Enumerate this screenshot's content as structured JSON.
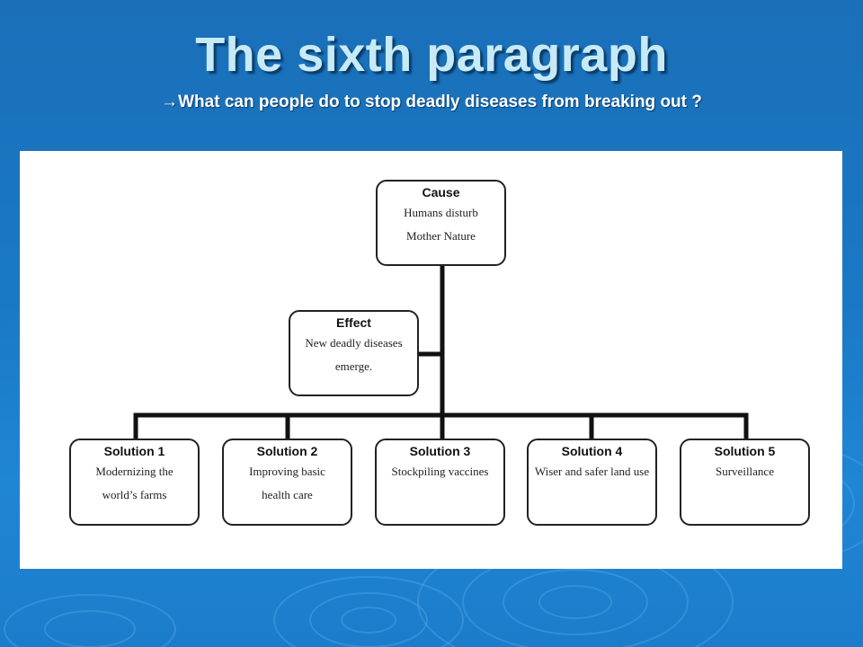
{
  "slide": {
    "title": "The sixth paragraph",
    "subtitle": "→What can people do to stop deadly diseases from breaking out ?"
  },
  "diagram": {
    "cause": {
      "heading": "Cause",
      "text": "Humans disturb Mother Nature"
    },
    "effect": {
      "heading": "Effect",
      "text": "New deadly diseases emerge."
    },
    "solutions": [
      {
        "heading": "Solution 1",
        "text": "Modernizing the world’s farms"
      },
      {
        "heading": "Solution 2",
        "text": "Improving basic health care"
      },
      {
        "heading": "Solution 3",
        "text": "Stockpiling vaccines"
      },
      {
        "heading": "Solution 4",
        "text": "Wiser and safer land use"
      },
      {
        "heading": "Solution 5",
        "text": "Surveillance"
      }
    ]
  }
}
